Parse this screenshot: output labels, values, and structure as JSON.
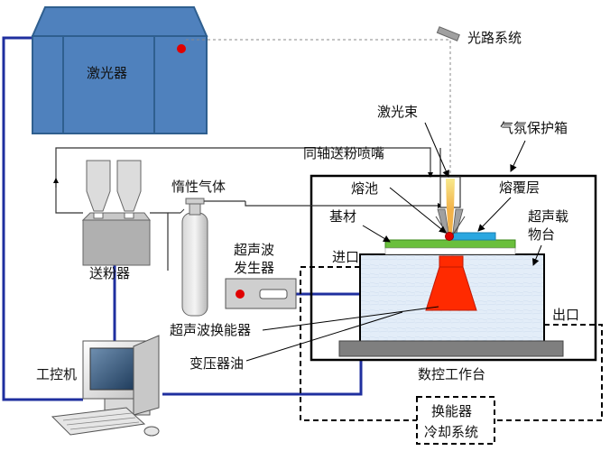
{
  "labels": {
    "laser": "激光器",
    "optical_path": "光路系统",
    "laser_beam": "激光束",
    "gas_box": "气氛保护箱",
    "coaxial_nozzle": "同轴送粉喷嘴",
    "melt_pool": "熔池",
    "cladding_layer": "熔覆层",
    "inert_gas": "惰性气体",
    "substrate": "基材",
    "ultrasonic_stage_1": "超声载",
    "ultrasonic_stage_2": "物台",
    "inlet": "进口",
    "powder_feeder": "送粉器",
    "ultrasonic_generator_1": "超声波",
    "ultrasonic_generator_2": "发生器",
    "outlet": "出口",
    "transducer": "超声波换能器",
    "transformer_oil": "变压器油",
    "industrial_pc": "工控机",
    "cnc_table": "数控工作台",
    "cooling_1": "换能器",
    "cooling_2": "冷却系统"
  },
  "colors": {
    "laser_body": "#4f81bd",
    "laser_edge": "#2f5f8f",
    "laser_indicator": "#e00000",
    "cable_blue": "#1f2f9f",
    "powder_gray": "#b0b0b0",
    "tank_liquid": "#dde9f7",
    "transducer_red": "#ff2a00",
    "substrate_green": "#6abf3c",
    "cladding_blue": "#2aa7e0",
    "cnc_table_gray": "#7f7f7f",
    "beam_yellow": "#f5e07a"
  }
}
